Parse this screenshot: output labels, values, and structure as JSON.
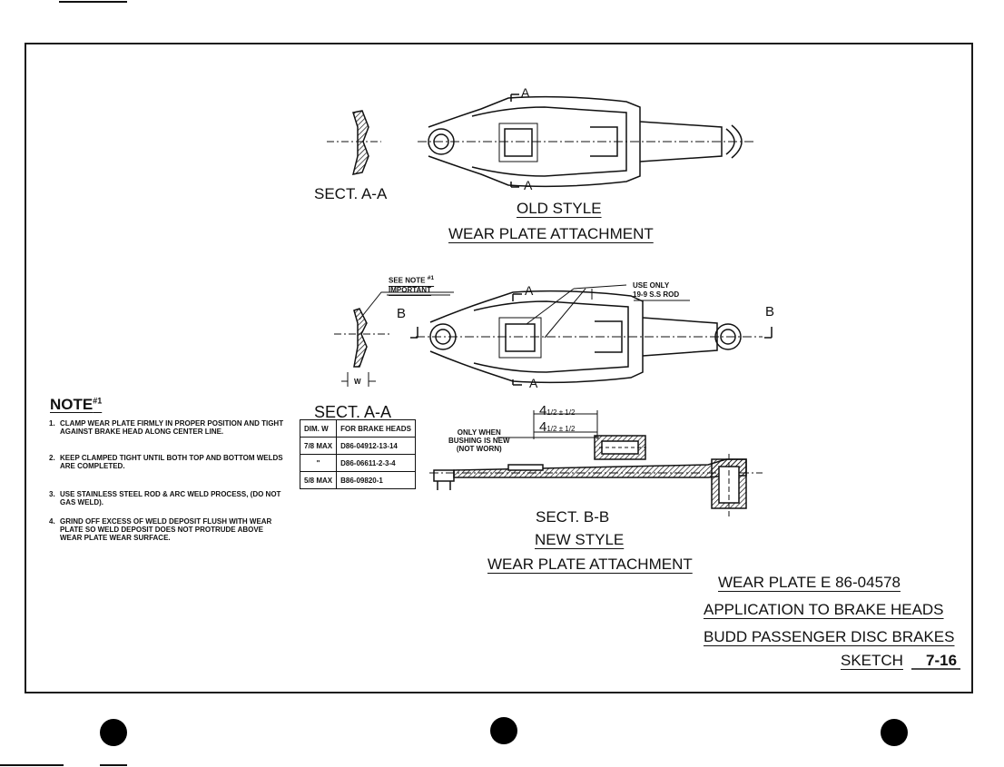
{
  "sections": {
    "sect_aa_top": "SECT. A-A",
    "old_style": "OLD STYLE",
    "old_attachment": "WEAR PLATE ATTACHMENT",
    "sect_aa_bottom": "SECT. A-A",
    "sect_bb": "SECT. B-B",
    "new_style": "NEW STYLE",
    "new_attachment": "WEAR PLATE ATTACHMENT"
  },
  "callouts": {
    "a_label": "A",
    "b_label": "B",
    "see_note": "SEE NOTE",
    "see_note_mark": "#1",
    "important": "IMPORTANT",
    "use_only_1": "USE ONLY",
    "use_only_2": "19-9 S.S ROD",
    "w_label": "W",
    "bushing_1": "ONLY WHEN",
    "bushing_2": "BUSHING IS NEW",
    "bushing_3": "(NOT WORN)",
    "dim_1": "4",
    "dim_1_frac": "1/2 ± 1/2",
    "dim_2": "4",
    "dim_2_frac": "1/2 ± 1/2"
  },
  "note": {
    "heading": "NOTE",
    "heading_mark": "#1",
    "items": [
      {
        "num": "1.",
        "text": "CLAMP WEAR PLATE FIRMLY IN PROPER POSITION AND TIGHT AGAINST BRAKE HEAD ALONG CENTER LINE."
      },
      {
        "num": "2.",
        "text": "KEEP CLAMPED TIGHT UNTIL BOTH TOP AND BOTTOM WELDS ARE COMPLETED."
      },
      {
        "num": "3.",
        "text": "USE STAINLESS STEEL ROD & ARC WELD PROCESS, (DO NOT GAS WELD)."
      },
      {
        "num": "4.",
        "text": "GRIND OFF EXCESS OF WELD DEPOSIT FLUSH WITH WEAR PLATE SO WELD DEPOSIT DOES NOT PROTRUDE ABOVE WEAR PLATE WEAR SURFACE."
      }
    ]
  },
  "table": {
    "header": [
      "DIM. W",
      "FOR BRAKE HEADS"
    ],
    "rows": [
      [
        "7/8 MAX",
        "D86-04912-13-14"
      ],
      [
        "\"",
        "D86-06611-2-3-4"
      ],
      [
        "5/8 MAX",
        "B86-09820-1"
      ]
    ]
  },
  "title_block": {
    "line1": "WEAR PLATE E 86-04578",
    "line2": "APPLICATION TO BRAKE HEADS",
    "line3": "BUDD PASSENGER DISC BRAKES",
    "sketch_label": "SKETCH",
    "sketch_number": "7-16"
  }
}
